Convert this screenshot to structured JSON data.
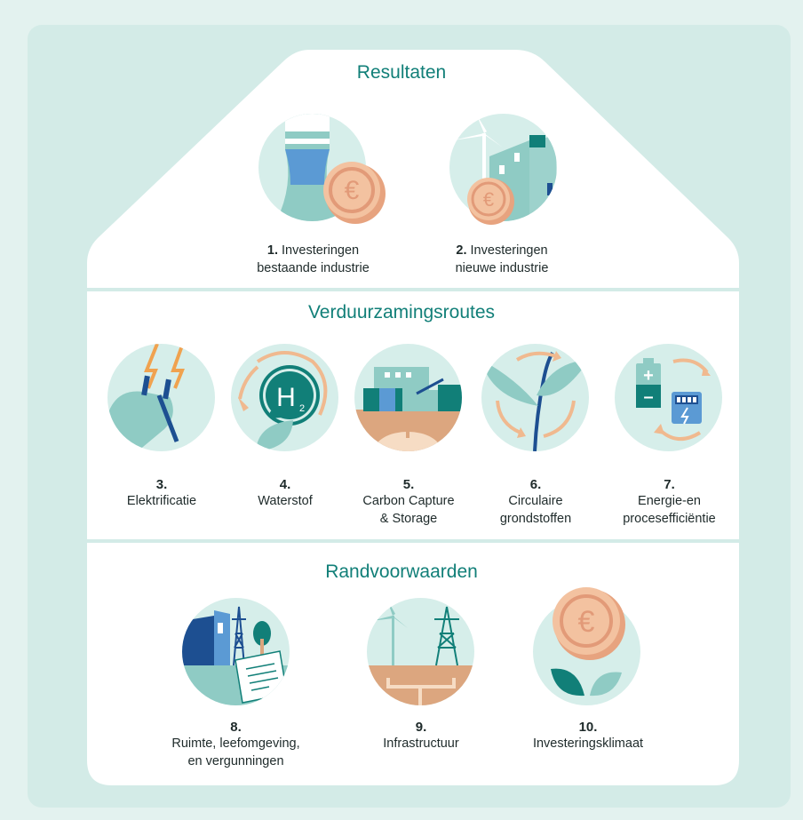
{
  "sections": {
    "resultaten": {
      "title": "Resultaten",
      "items": [
        {
          "num": "1.",
          "text1": "Investeringen",
          "text2": "bestaande industrie",
          "icon": "factory-chimney-coin-icon"
        },
        {
          "num": "2.",
          "text1": "Investeringen",
          "text2": "nieuwe industrie",
          "icon": "wind-turbine-building-coin-icon"
        }
      ]
    },
    "routes": {
      "title": "Verduurzamingsroutes",
      "items": [
        {
          "num": "3.",
          "text1": "Elektrificatie",
          "text2": "",
          "icon": "electric-plug-icon"
        },
        {
          "num": "4.",
          "text1": "Waterstof",
          "text2": "",
          "icon": "hydrogen-h2-icon",
          "symbol": "H",
          "sub": "2"
        },
        {
          "num": "5.",
          "text1": "Carbon Capture",
          "text2": "& Storage",
          "icon": "carbon-capture-storage-icon"
        },
        {
          "num": "6.",
          "text1": "Circulaire",
          "text2": "grondstoffen",
          "icon": "circular-plant-icon"
        },
        {
          "num": "7.",
          "text1": "Energie-en",
          "text2": "procesefficiëntie",
          "icon": "battery-meter-icon",
          "plus": "+",
          "minus": "–"
        }
      ]
    },
    "randvoorwaarden": {
      "title": "Randvoorwaarden",
      "items": [
        {
          "num": "8.",
          "text1": "Ruimte, leefomgeving,",
          "text2": "en vergunningen",
          "icon": "building-pylon-permit-icon"
        },
        {
          "num": "9.",
          "text1": "Infrastructuur",
          "text2": "",
          "icon": "turbine-pylon-pipeline-icon"
        },
        {
          "num": "10.",
          "text1": "Investeringsklimaat",
          "text2": "",
          "icon": "coin-sprout-icon",
          "coin": "€"
        }
      ]
    }
  },
  "colors": {
    "teal_dark": "#117f78",
    "teal_light": "#8fcbc4",
    "salmon": "#f0b98f",
    "orange": "#f0a24f",
    "blue": "#5b9ad4",
    "navy": "#1d4f91",
    "sand": "#dca67f"
  }
}
